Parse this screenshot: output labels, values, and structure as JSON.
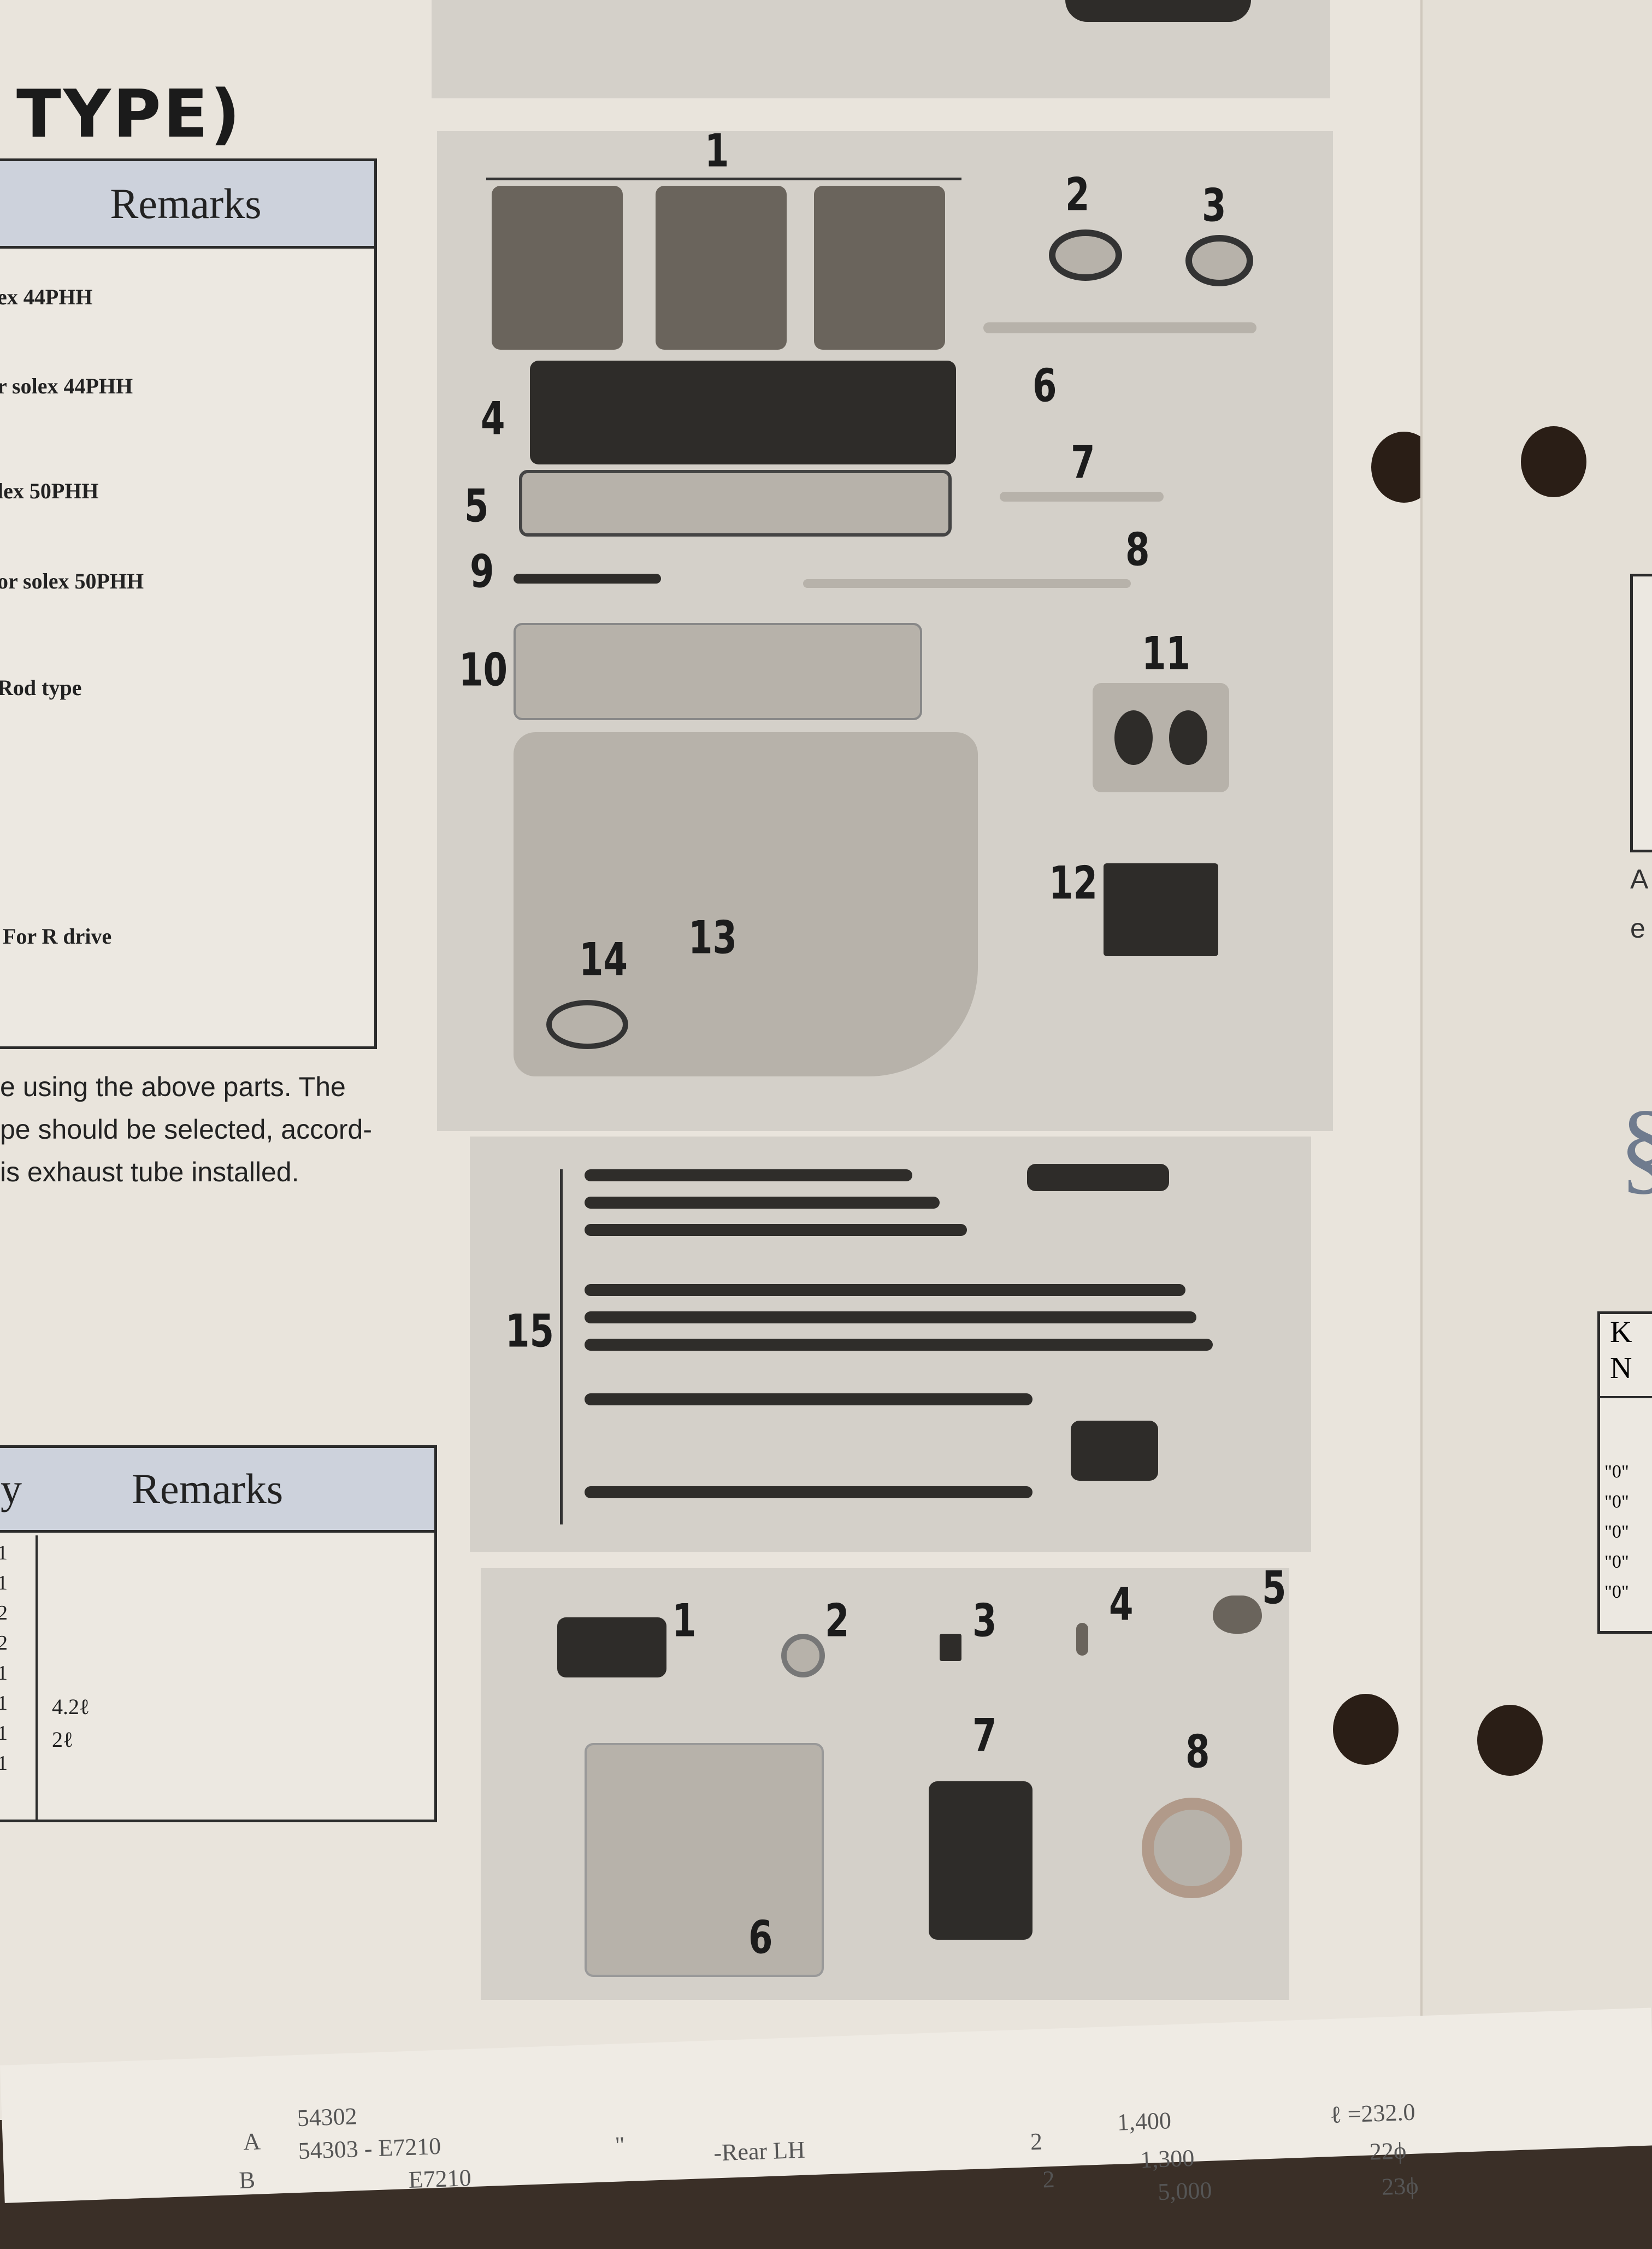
{
  "heading": "TYPE)",
  "table1": {
    "header": "Remarks",
    "rows": [
      "ex 44PHH",
      "r solex 44PHH",
      "lex 50PHH",
      "or solex 50PHH",
      "Rod type",
      "For R drive"
    ]
  },
  "note": {
    "lines": [
      "e using the above parts. The",
      "pe should be selected, accord-",
      "is exhaust tube installed."
    ]
  },
  "table2": {
    "header": "Remarks",
    "col_label": "y",
    "qty": [
      "1",
      "1",
      "2",
      "2",
      "1",
      "1",
      "1",
      "1"
    ],
    "remarks": [
      "4.2ℓ",
      "2ℓ"
    ]
  },
  "figure_a": {
    "labels": [
      "1",
      "2",
      "3",
      "4",
      "5",
      "6",
      "7",
      "8",
      "9",
      "10",
      "11",
      "12",
      "13",
      "14"
    ]
  },
  "figure_b": {
    "labels": [
      "15"
    ]
  },
  "figure_c": {
    "labels": [
      "1",
      "2",
      "3",
      "4",
      "5",
      "6",
      "7",
      "8"
    ]
  },
  "right_page": {
    "letters": [
      "A",
      "e",
      "§"
    ],
    "table_head": [
      "K",
      "N"
    ],
    "rows": [
      "\"0\"",
      "\"0\"",
      "\"0\"",
      "\"0\"",
      "\"0\""
    ]
  },
  "bottom_sheet": {
    "cells": [
      "A",
      "B",
      "54302",
      "54303 - E7210",
      "E7210",
      "\"",
      "-Rear LH",
      "2",
      "2",
      "1,400",
      "1,300",
      "5,000",
      "ℓ =232.0",
      "22ϕ",
      "23ϕ"
    ]
  }
}
